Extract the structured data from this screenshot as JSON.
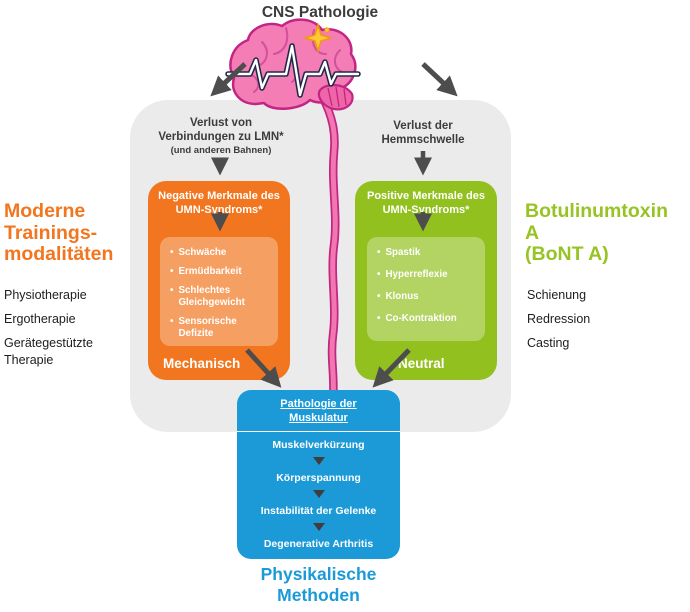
{
  "title": "CNS Pathologie",
  "panel": {
    "left_branch": {
      "label_lines": [
        "Verlust von",
        "Verbindungen zu LMN*"
      ],
      "sublabel": "(und anderen Bahnen)",
      "box_title": "Negative Merkmale des UMN-Syndroms*",
      "items": [
        "Schwäche",
        "Ermüdbarkeit",
        "Schlechtes Gleichgewicht",
        "Sensorische Defizite"
      ],
      "footer": "Mechanisch"
    },
    "right_branch": {
      "label_lines": [
        "Verlust der",
        "Hemmschwelle"
      ],
      "sublabel": "",
      "box_title": "Positive Merkmale des UMN-Syndroms*",
      "items": [
        "Spastik",
        "Hyperreflexie",
        "Klonus",
        "Co-Kontraktion"
      ],
      "footer": "Neutral"
    }
  },
  "left_column": {
    "heading_lines": [
      "Moderne",
      "Trainings-",
      "modalitäten"
    ],
    "items": [
      "Physiotherapie",
      "Ergotherapie",
      "Gerätegestützte Therapie"
    ]
  },
  "right_column": {
    "heading_lines": [
      "Botulinumtoxin A",
      "(BoNT A)"
    ],
    "items": [
      "Schienung",
      "Redression",
      "Casting"
    ]
  },
  "bottom": {
    "box_title": "Pathologie der Muskulatur",
    "steps": [
      "Muskelverkürzung",
      "Körperspannung",
      "Instabilität der Gelenke",
      "Degenerative Arthritis"
    ],
    "label": "Physikalische Methoden"
  },
  "icons": {
    "brain": "brain-with-ekg-and-spark"
  },
  "colors": {
    "orange": "#F2761F",
    "green": "#92C01F",
    "blue": "#1B9AD7",
    "panel_gray": "#EBEBEB",
    "arrow_gray": "#4D4D4D",
    "brain_pink": "#F37DB4"
  }
}
